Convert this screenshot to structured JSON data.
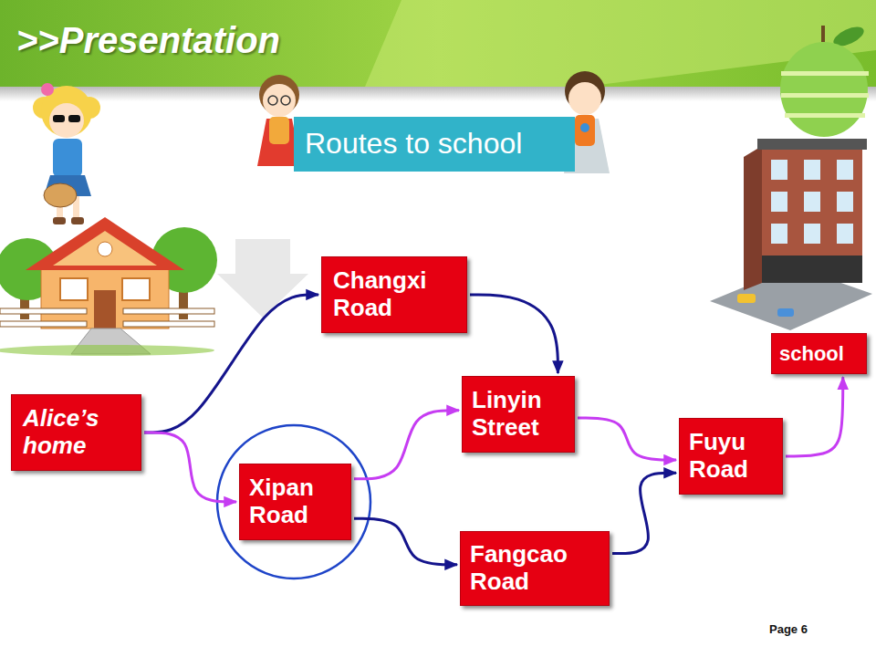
{
  "diagram": {
    "title": "Routes to school",
    "nodes": [
      {
        "text": [
          "Alice’s home"
        ]
      },
      {
        "text": [
          "Changxi Road"
        ]
      },
      {
        "text": [
          "Xipan Road"
        ]
      },
      {
        "text": [
          "Linyin Street"
        ]
      },
      {
        "text": [
          "Fangcao Road"
        ]
      },
      {
        "text": [
          "Fuyu Road"
        ]
      },
      {
        "text": [
          "school"
        ]
      }
    ],
    "edges": [
      {
        "from": 0,
        "to": 1,
        "arrow": "to"
      },
      {
        "from": 0,
        "to": 2,
        "arrow": "to"
      },
      {
        "from": 1,
        "to": 3,
        "arrow": "to"
      },
      {
        "from": 2,
        "to": 3,
        "arrow": "to"
      },
      {
        "from": 2,
        "to": 4,
        "arrow": "to"
      },
      {
        "from": 3,
        "to": 5,
        "arrow": "to"
      },
      {
        "from": 4,
        "to": 5,
        "arrow": "to"
      },
      {
        "from": 5,
        "to": 6,
        "arrow": "to"
      }
    ],
    "labels": [
      ">>Presentation",
      "Page 6"
    ]
  }
}
